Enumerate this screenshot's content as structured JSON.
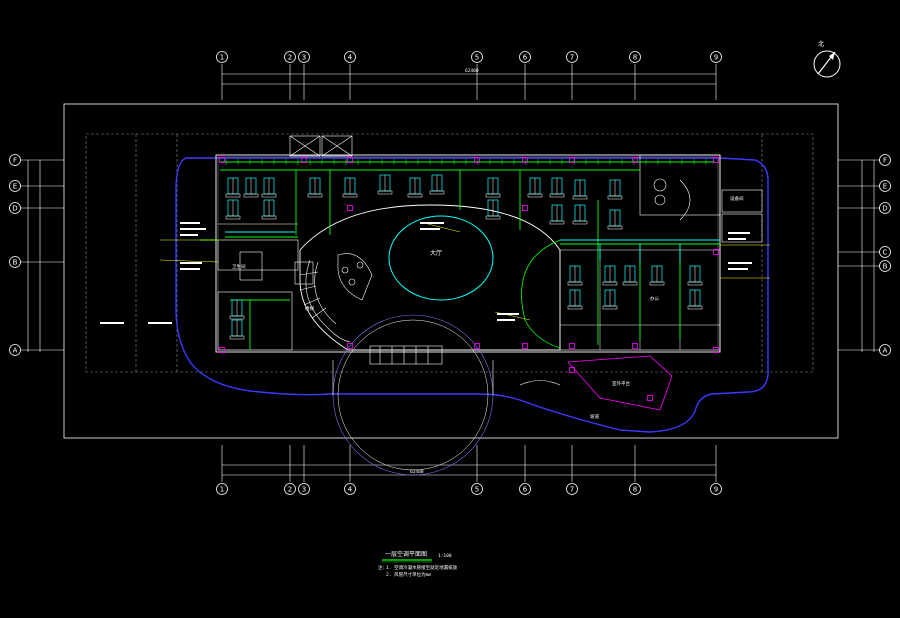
{
  "drawing": {
    "north_label": "北",
    "title": "一层空调平面图",
    "scale": "1:100",
    "notes": [
      "1. 空调冷凝水管接至就近地漏排放",
      "2. 风管尺寸单位为mm"
    ],
    "note_prefix": "注："
  },
  "grid": {
    "columns_top": [
      "1",
      "2",
      "3",
      "4",
      "5",
      "6",
      "7",
      "8",
      "9"
    ],
    "columns_bottom": [
      "1",
      "2",
      "3",
      "4",
      "5",
      "6",
      "7",
      "8",
      "9"
    ],
    "rows_left": [
      "F",
      "E",
      "D",
      "B",
      "A"
    ],
    "rows_right": [
      "F",
      "E",
      "D",
      "C",
      "B",
      "A"
    ],
    "total_dim": "62400"
  },
  "rooms": {
    "hall": "大厅",
    "stair": "楼梯",
    "office": "办公",
    "wc": "卫生间",
    "outdoor": "室外平台",
    "equipment": "设备间",
    "ramp": "坡道"
  },
  "colors": {
    "background": "#000000",
    "wall": "#ffffff",
    "duct": "#00ff00",
    "pipe_cyan": "#00ffff",
    "outline_blue": "#3a3aff",
    "accent_magenta": "#ff00ff",
    "accent_yellow": "#ffff00"
  }
}
